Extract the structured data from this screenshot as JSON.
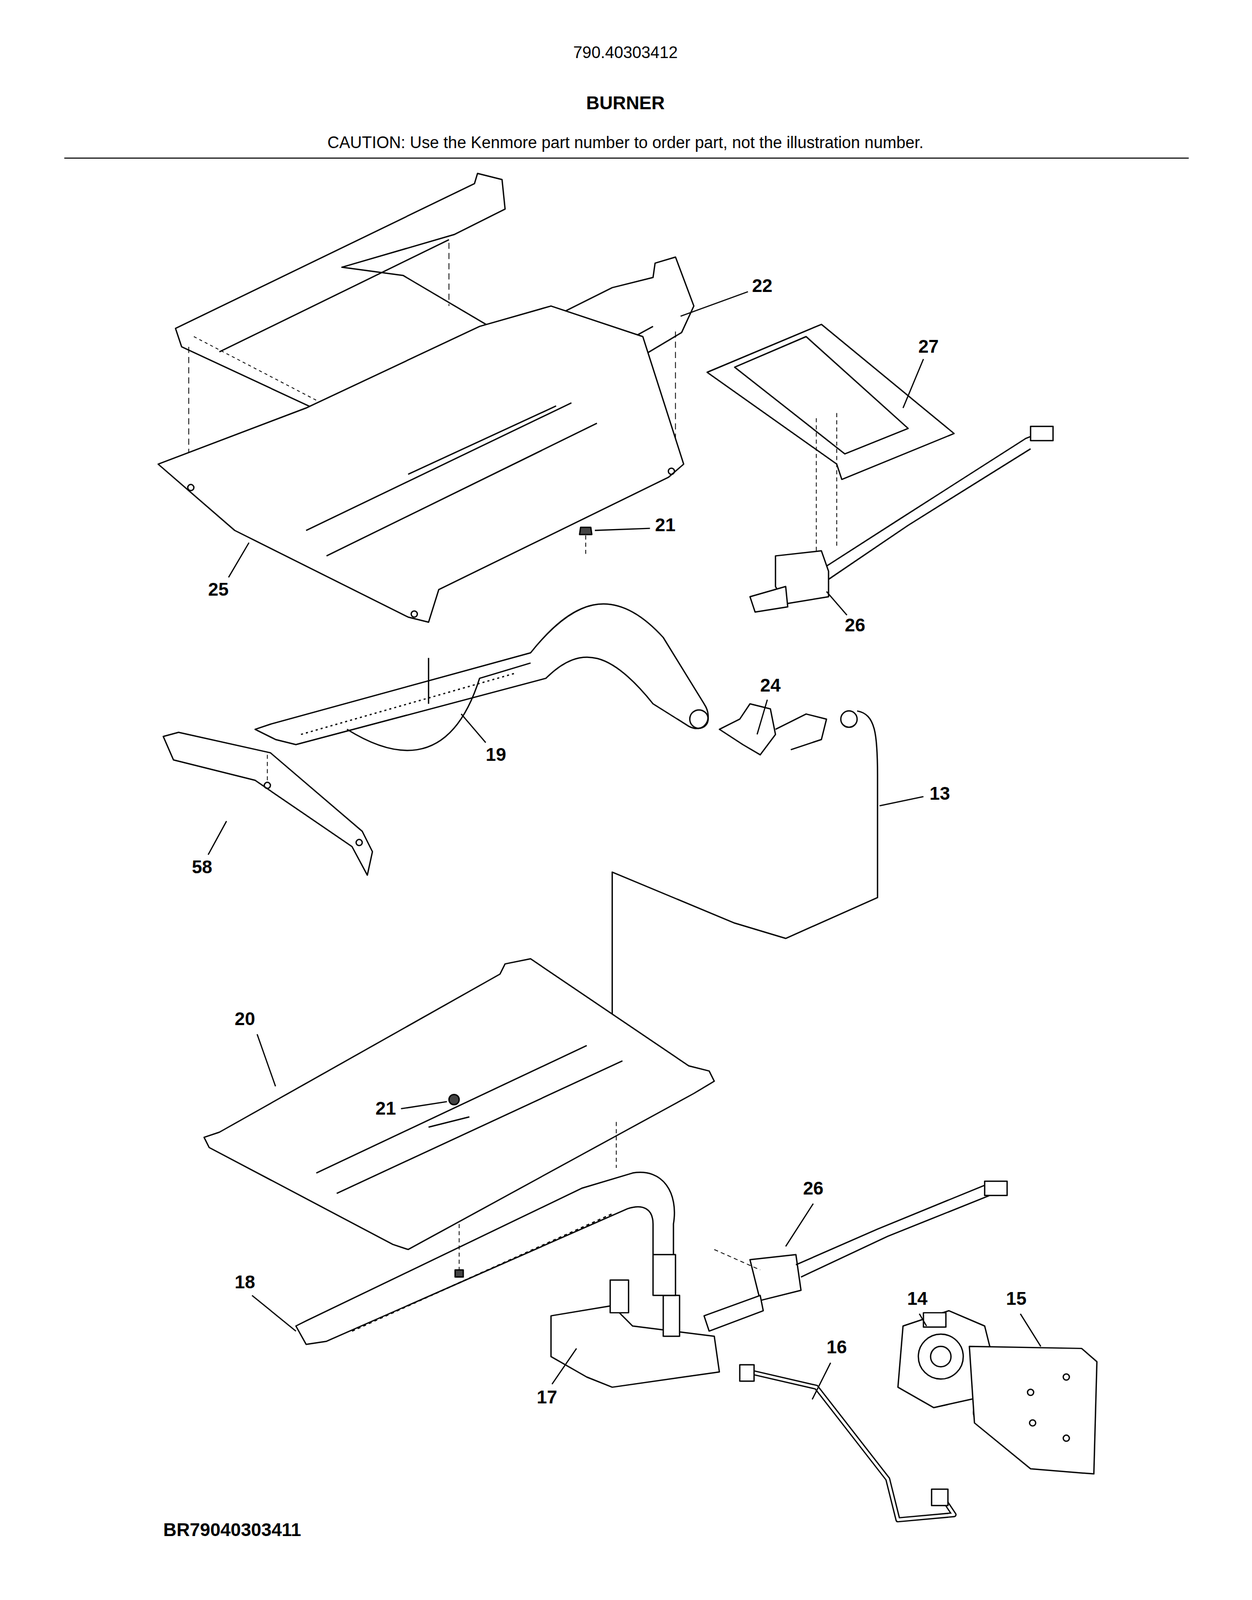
{
  "diagram": {
    "title": "BURNER",
    "labels": [
      "790.40303412",
      "CAUTION: Use the Kenmore part number to order part, not the illustration number.",
      "22",
      "27",
      "21",
      "25",
      "26",
      "24",
      "19",
      "13",
      "58",
      "20",
      "21",
      "26",
      "18",
      "14",
      "15",
      "16",
      "17",
      "BR79040303411"
    ]
  }
}
